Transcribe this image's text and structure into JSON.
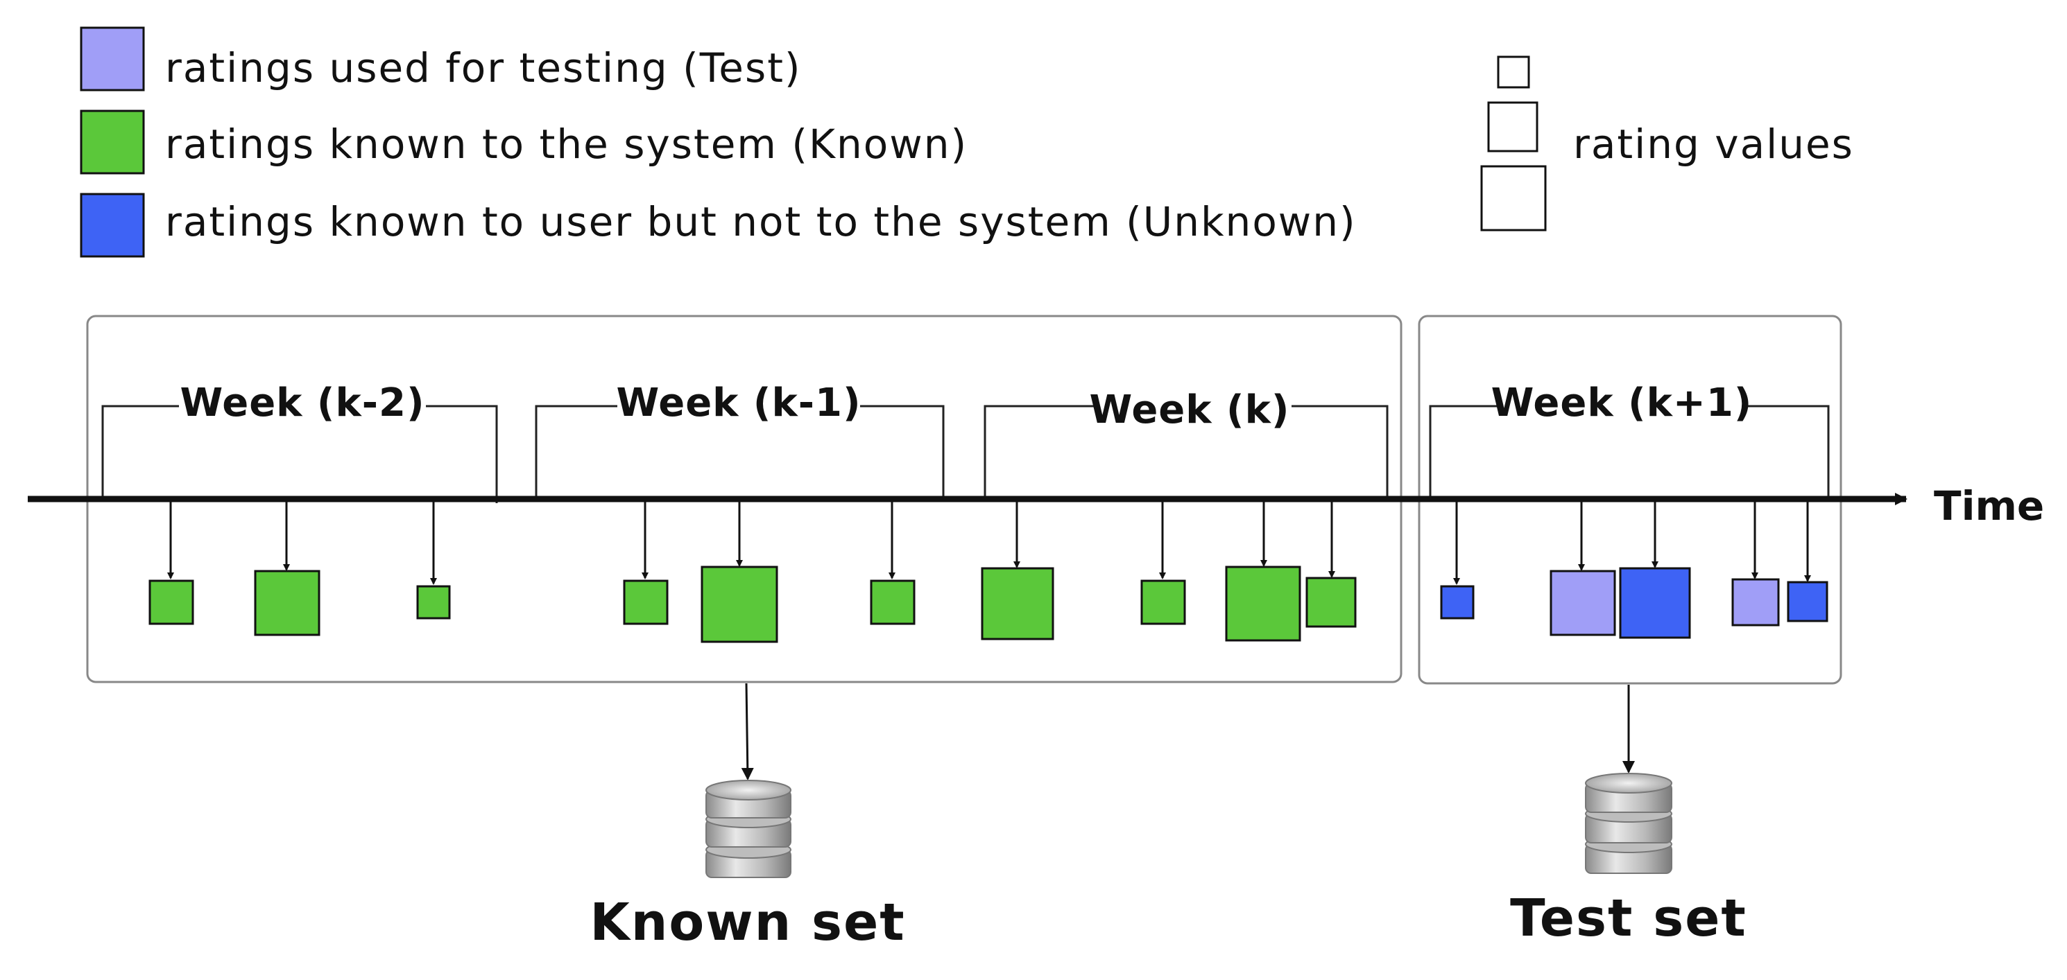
{
  "legend": {
    "items": [
      {
        "label": "ratings used for testing (Test)",
        "color": "#a09ef7"
      },
      {
        "label": "ratings known to the system (Known)",
        "color": "#5bc83a"
      },
      {
        "label": "ratings known to user but not to the system (Unknown)",
        "color": "#3e63f5"
      }
    ],
    "size_label": "rating values"
  },
  "weeks": [
    "Week (k-2)",
    "Week (k-1)",
    "Week (k)",
    "Week (k+1)"
  ],
  "axis_label": "Time",
  "databases": {
    "known": "Known set",
    "test": "Test set"
  },
  "colors": {
    "test": "#a09ef7",
    "known": "#5bc83a",
    "unknown": "#3e63f5"
  }
}
